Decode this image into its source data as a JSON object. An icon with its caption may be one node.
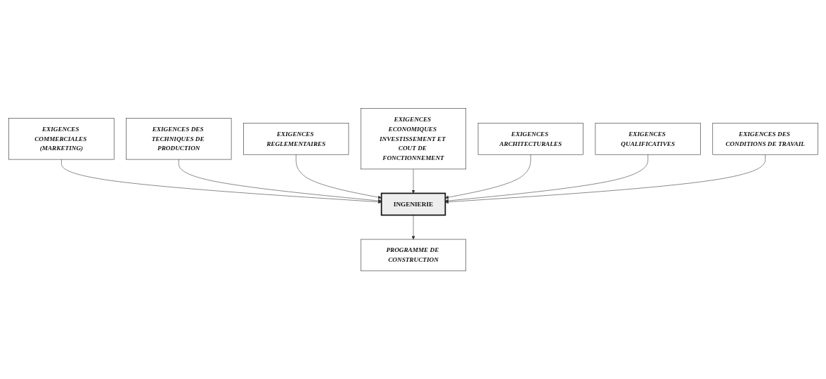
{
  "diagram": {
    "nodes": [
      {
        "text": [
          "EXIGENCES COMMERCIALES (MARKETING)"
        ]
      },
      {
        "text": [
          "EXIGENCES DES TECHNIQUES DE PRODUCTION"
        ]
      },
      {
        "text": [
          "EXIGENCES REGLEMENTAIRES"
        ]
      },
      {
        "text": [
          "EXIGENCES ECONOMIQUES INVESTISSEMENT ET COUT DE FONCTIONNEMENT"
        ]
      },
      {
        "text": [
          "INGENIERIE"
        ]
      },
      {
        "text": [
          "EXIGENCES ARCHITECTURALES"
        ]
      },
      {
        "text": [
          "EXIGENCES QUALIFICATIVES"
        ]
      },
      {
        "text": [
          "PROGRAMME DE CONSTRUCTION"
        ]
      },
      {
        "text": [
          "EXIGENCES DES CONDITIONS DE TRAVAIL"
        ]
      }
    ],
    "edges": [
      {
        "from": 0,
        "to": 4,
        "arrow": "to"
      },
      {
        "from": 1,
        "to": 4,
        "arrow": "to"
      },
      {
        "from": 2,
        "to": 4,
        "arrow": "to"
      },
      {
        "from": 3,
        "to": 4,
        "arrow": "to"
      },
      {
        "from": 5,
        "to": 4,
        "arrow": "to"
      },
      {
        "from": 6,
        "to": 4,
        "arrow": "to"
      },
      {
        "from": 8,
        "to": 4,
        "arrow": "to"
      },
      {
        "from": 4,
        "to": 7,
        "arrow": "to"
      }
    ]
  }
}
